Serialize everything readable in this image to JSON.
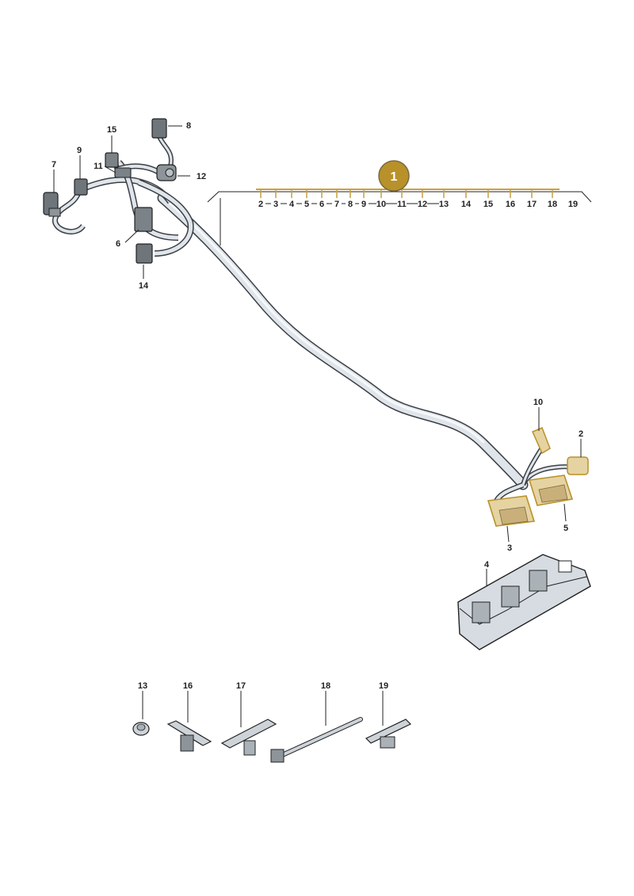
{
  "callout": {
    "main_part": "1",
    "badge_color": "#b8912a",
    "highlight_color": "#c9a13b"
  },
  "scale": {
    "numbers": [
      "2",
      "3",
      "4",
      "5",
      "6",
      "7",
      "8",
      "9",
      "10",
      "11",
      "12",
      "13",
      "14",
      "15",
      "16",
      "17",
      "18",
      "19"
    ]
  },
  "parts": {
    "p2": "2",
    "p3": "3",
    "p4": "4",
    "p5": "5",
    "p6": "6",
    "p7": "7",
    "p8": "8",
    "p9": "9",
    "p10": "10",
    "p11": "11",
    "p12": "12",
    "p13": "13",
    "p14": "14",
    "p15": "15",
    "p16": "16",
    "p17": "17",
    "p18": "18",
    "p19": "19"
  }
}
